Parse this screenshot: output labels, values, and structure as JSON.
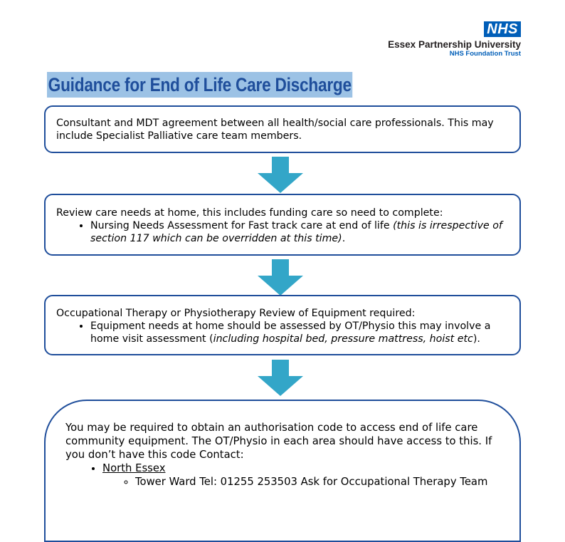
{
  "logo": {
    "badge": "NHS",
    "org": "Essex Partnership University",
    "sub": "NHS Foundation Trust"
  },
  "title": "Guidance for End of Life Care Discharge",
  "box1": {
    "text": "Consultant and MDT agreement between all health/social care professionals. This may include Specialist Palliative care team members."
  },
  "box2": {
    "intro": "Review care needs at home, this includes funding care so need to complete:",
    "bullet_text": "Nursing Needs Assessment for Fast track care at end of life ",
    "bullet_italic": "(this is irrespective of section 117 which can be overridden at this time)",
    "bullet_end": "."
  },
  "box3": {
    "intro": "Occupational Therapy or Physiotherapy Review of Equipment required:",
    "bullet_text": "Equipment needs at home should be assessed by OT/Physio this may involve a home visit assessment (",
    "bullet_italic": "including hospital bed, pressure mattress, hoist etc",
    "bullet_end": ")."
  },
  "box4": {
    "text": "You may be required to obtain an authorisation code to access end of life care community equipment. The OT/Physio in each area should have access to this. If you don’t have this code Contact:",
    "region": "North Essex",
    "contact": "Tower Ward Tel: 01255 253503 Ask for Occupational Therapy Team"
  }
}
